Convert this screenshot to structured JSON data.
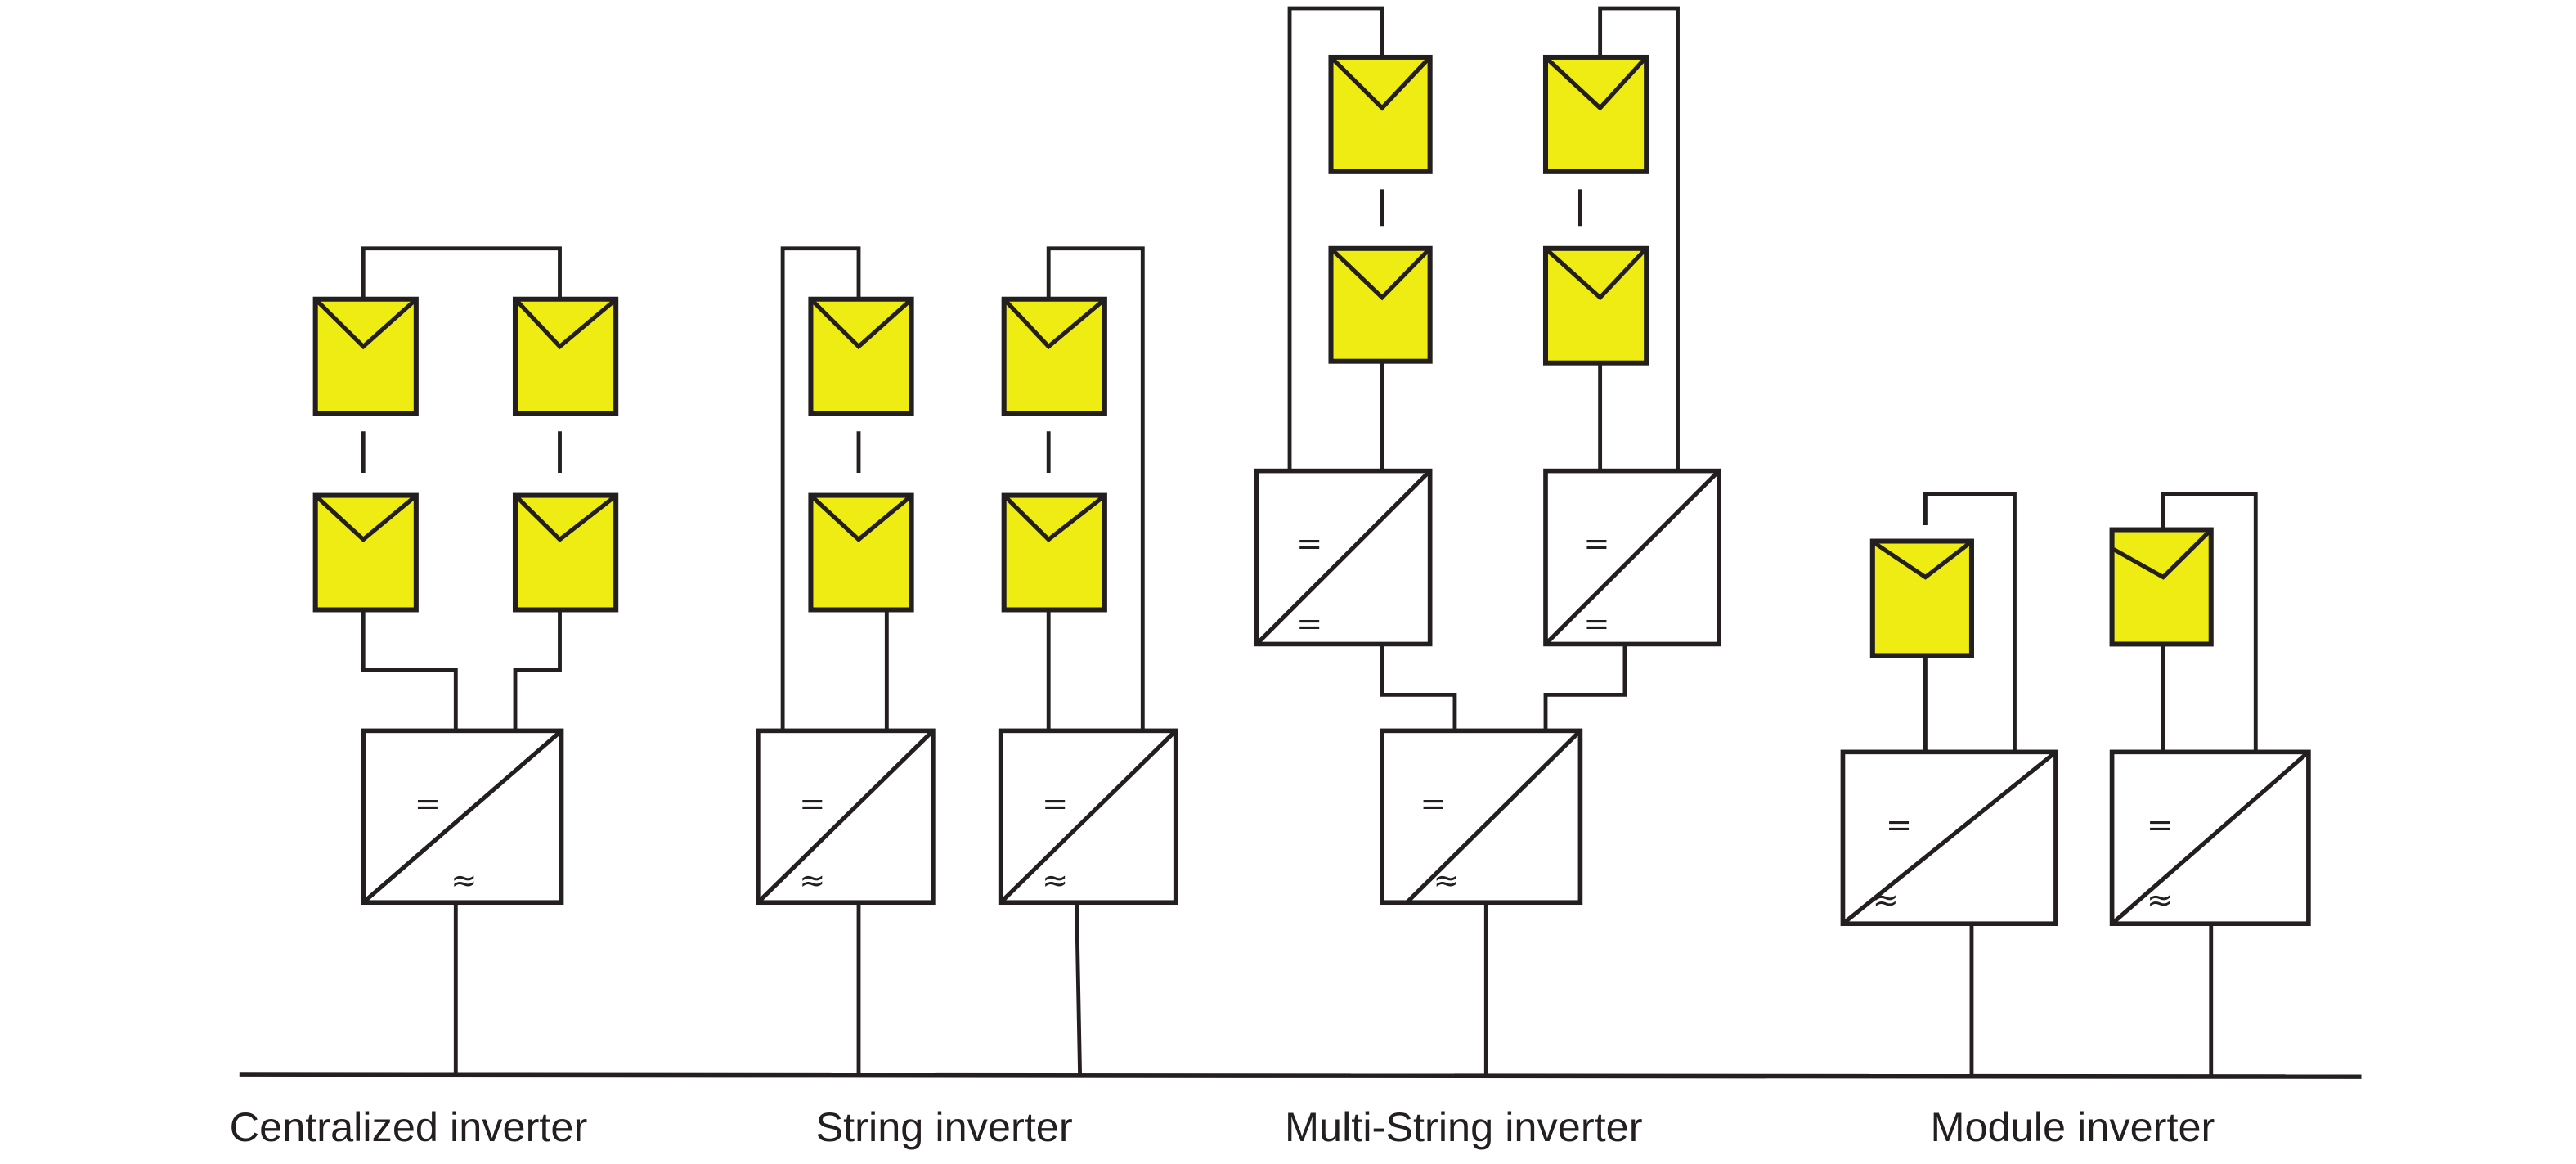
{
  "figure": {
    "title": "PV inverter topologies",
    "colors": {
      "panel_fill": "#efec14",
      "stroke": "#231f20",
      "background": "#ffffff"
    },
    "symbols": {
      "dc": "=",
      "ac": "≈"
    }
  },
  "topologies": [
    {
      "id": "centralized",
      "label": "Centralized inverter",
      "strings": 2,
      "modules_per_string": "2 (series, continued)",
      "dc_dc_converters": 0,
      "dc_ac_inverters": 1
    },
    {
      "id": "string",
      "label": "String inverter",
      "strings": 2,
      "modules_per_string": "2 (series, continued)",
      "dc_dc_converters": 0,
      "dc_ac_inverters": 2
    },
    {
      "id": "multi-string",
      "label": "Multi-String inverter",
      "strings": 2,
      "modules_per_string": "2 (series, continued)",
      "dc_dc_converters": 2,
      "dc_ac_inverters": 1
    },
    {
      "id": "module",
      "label": "Module inverter",
      "strings": 2,
      "modules_per_string": "1",
      "dc_dc_converters": 0,
      "dc_ac_inverters": 2
    }
  ]
}
